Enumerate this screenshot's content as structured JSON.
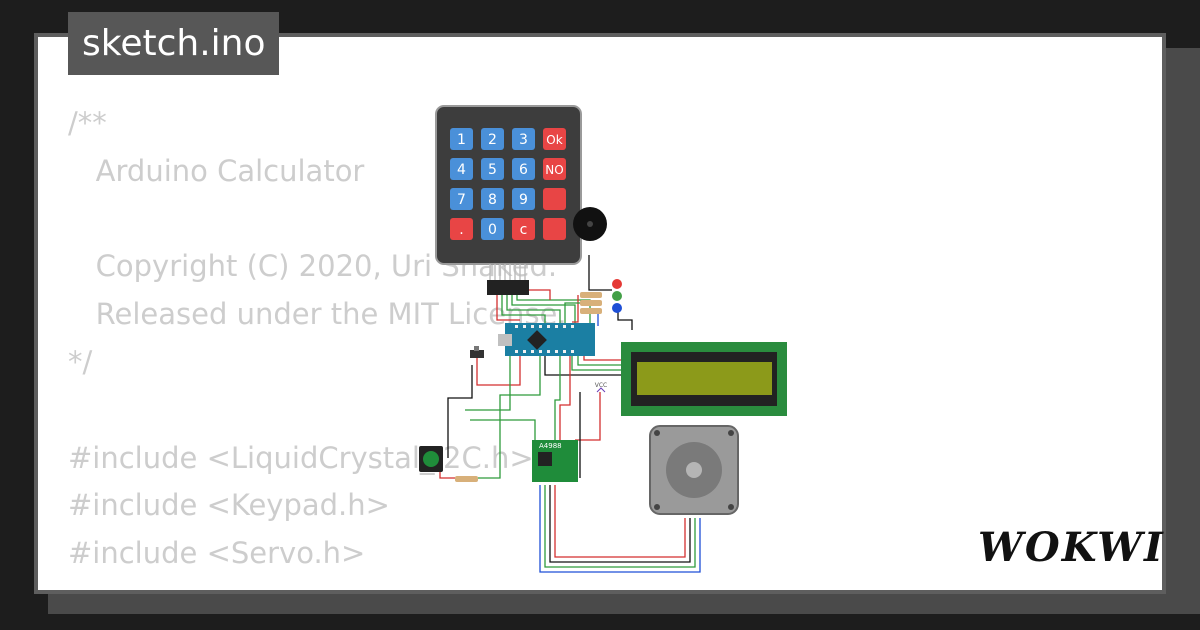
{
  "tab": {
    "title": "sketch.ino"
  },
  "code_lines": [
    "/**",
    "   Arduino Calculator",
    "",
    "   Copyright (C) 2020, Uri Shaked.",
    "   Released under the MIT License.",
    "*/",
    "",
    "#include <LiquidCrystal_I2C.h>",
    "#include <Keypad.h>",
    "#include <Servo.h>"
  ],
  "keypad": {
    "keys": [
      "1",
      "2",
      "3",
      "Ok",
      "4",
      "5",
      "6",
      "NO",
      "7",
      "8",
      "9",
      "",
      ".",
      "0",
      "c",
      ""
    ],
    "colors": {
      "digit": "#4a90d9",
      "func": "#e84545",
      "body": "#3d3d3d"
    }
  },
  "driver": {
    "label": "A4988"
  },
  "vcc": {
    "label": "VCC"
  },
  "brand": {
    "logo": "WOKWI"
  },
  "colors": {
    "background": "#1d1d1d",
    "card": "#ffffff",
    "tab": "#575757",
    "code": "#cdcdcd",
    "lcd_board": "#2a8c3e",
    "lcd_screen": "#8c9a1a",
    "nano": "#1b7fa3"
  }
}
